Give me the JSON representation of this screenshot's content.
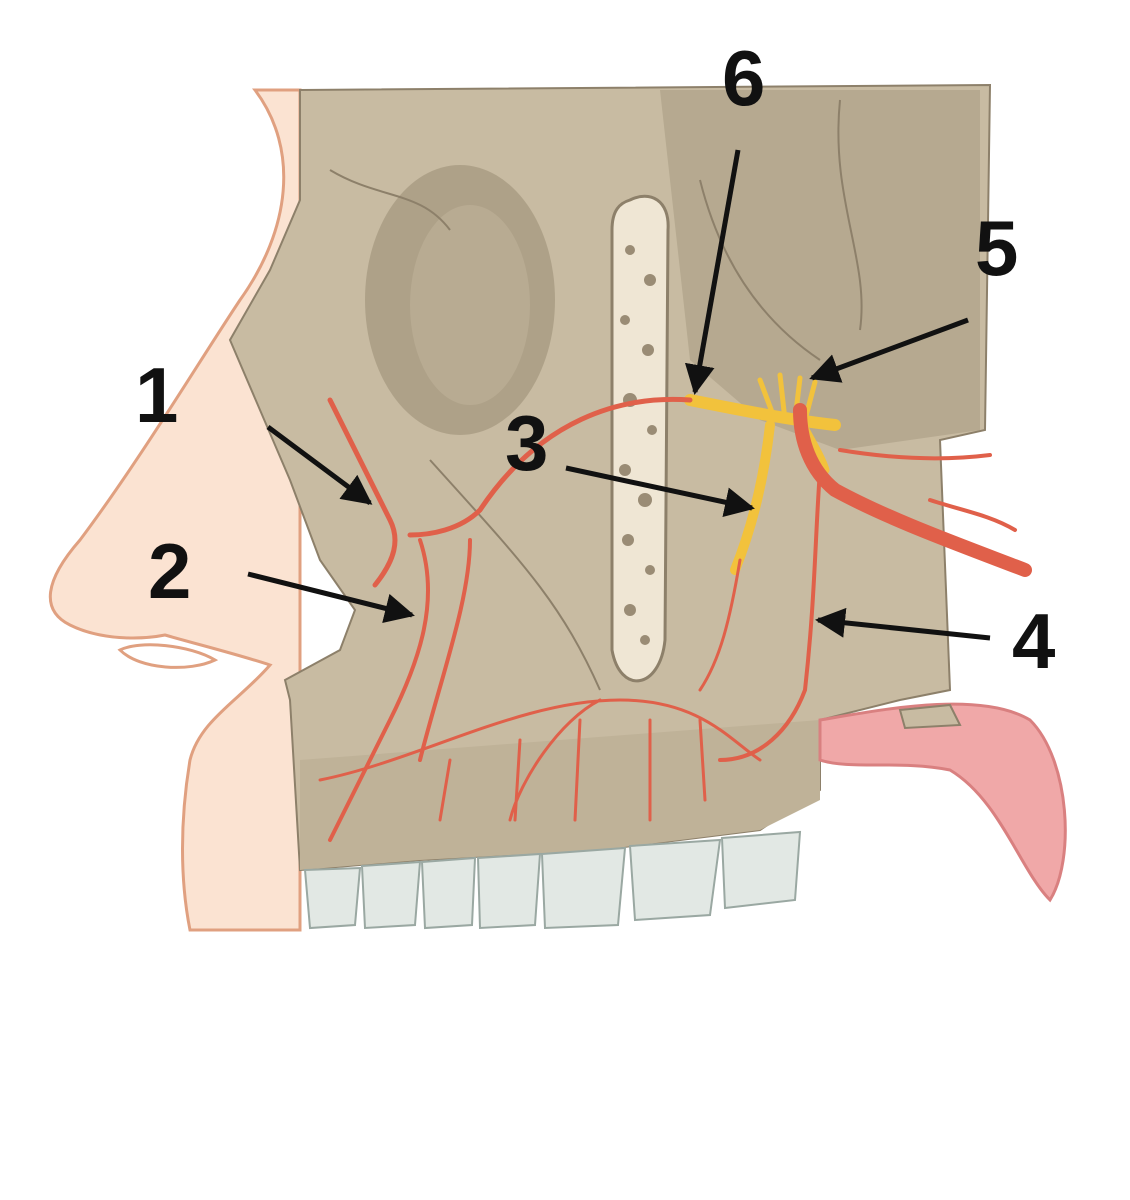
{
  "figure": {
    "labels": [
      "1",
      "2",
      "3",
      "4",
      "5",
      "6"
    ]
  },
  "colors": {
    "skin": "#fbe3d2",
    "skin_outline": "#e0a080",
    "bone": "#c8bba2",
    "bone_shadow": "#a89b82",
    "bone_dark": "#8d806a",
    "artery": "#e0604a",
    "nerve": "#f2c23c",
    "tongue": "#f0a8a8",
    "teeth": "#e2e8e4",
    "arrow": "#111111"
  }
}
